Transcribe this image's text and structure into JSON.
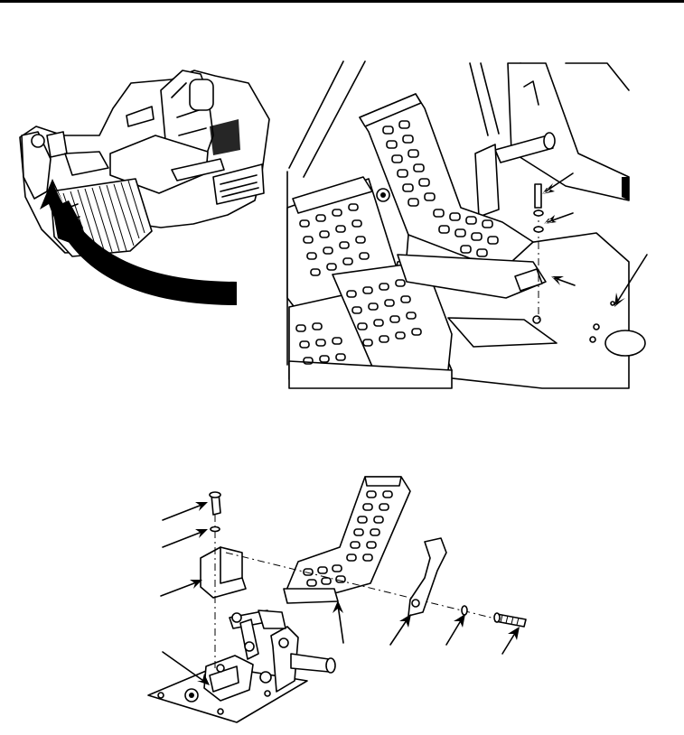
{
  "figure": {
    "top_rule": true,
    "panels": [
      "location-view",
      "installed-view",
      "exploded-view"
    ],
    "line_color": "#000000",
    "background": "#ffffff"
  },
  "callout_arrows": {
    "installed_view": 5,
    "exploded_view": 8
  }
}
